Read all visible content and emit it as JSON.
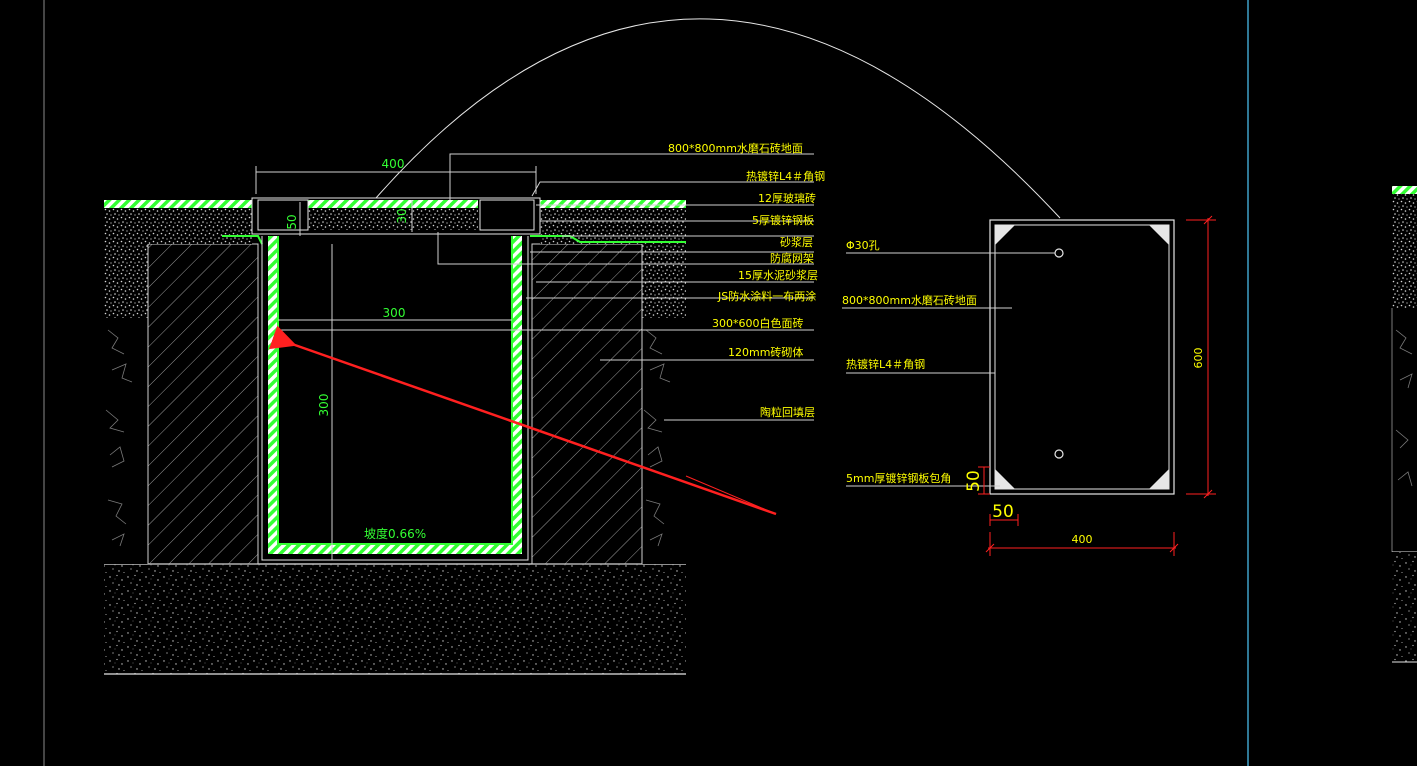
{
  "section": {
    "dimensions": {
      "cover_width": "400",
      "cover_thickness": "50",
      "frame_depth": "30",
      "inner_width": "300",
      "inner_depth": "300",
      "slope": "坡度0.66%"
    },
    "callouts": [
      "800*800mm水磨石砖地面",
      "热镀锌L4＃角钢",
      "12厚玻璃砖",
      "5厚镀锌钢板",
      "砂浆层",
      "防腐网架",
      "15厚水泥砂浆层",
      "JS防水涂料一布两涂",
      "300*600白色面砖",
      "120mm砖砌体",
      "陶粒回填层"
    ]
  },
  "plan": {
    "callouts": [
      "Φ30孔",
      "800*800mm水磨石砖地面",
      "热镀锌L4＃角钢",
      "5mm厚镀锌钢板包角"
    ],
    "dimensions": {
      "height": "600",
      "width": "400",
      "corner_v": "50",
      "corner_h": "50"
    }
  },
  "colors": {
    "background": "#000000",
    "line_white": "#e6e6e6",
    "line_green": "#33ff33",
    "text_yellow": "#ffff00",
    "dim_red": "#ff2020",
    "viewport_border": "#3fa0c8"
  }
}
